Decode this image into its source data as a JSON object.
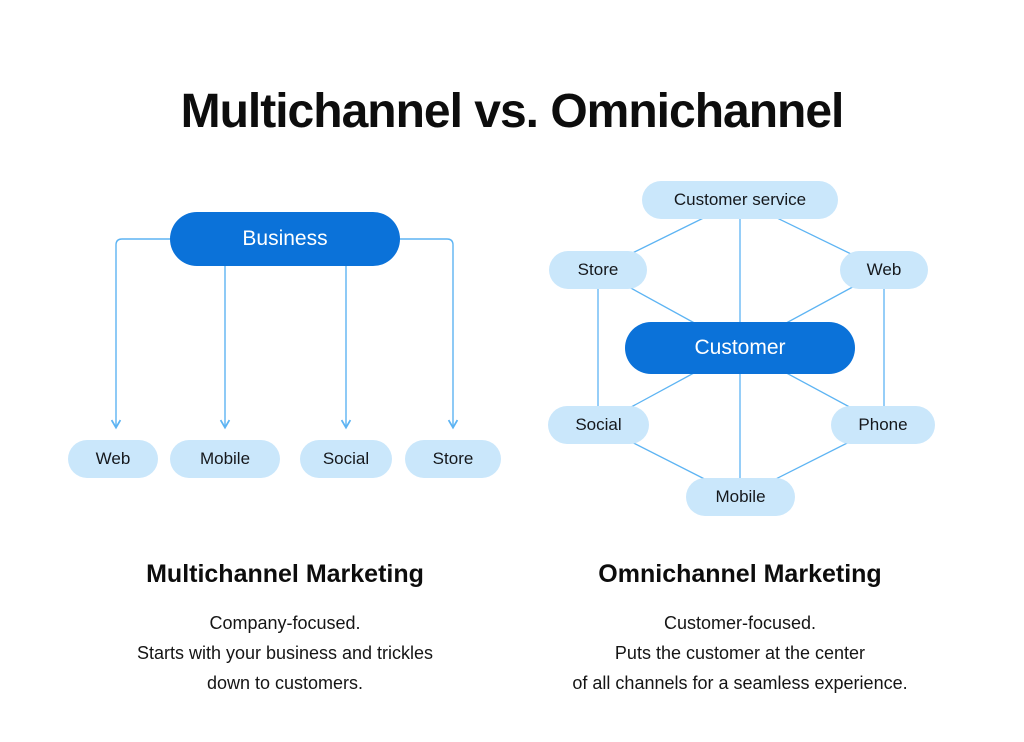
{
  "title": "Multichannel vs. Omnichannel",
  "colors": {
    "primary_blue": "#0b72d9",
    "light_blue": "#cae7fb",
    "line_blue": "#5db4f3",
    "text_dark": "#0d0d0d"
  },
  "multichannel": {
    "root_label": "Business",
    "channels": [
      "Web",
      "Mobile",
      "Social",
      "Store"
    ],
    "heading": "Multichannel Marketing",
    "description_lines": [
      "Company-focused.",
      "Starts with your business and trickles",
      "down to customers."
    ]
  },
  "omnichannel": {
    "center_label": "Customer",
    "nodes": [
      "Customer service",
      "Store",
      "Web",
      "Social",
      "Phone",
      "Mobile"
    ],
    "heading": "Omnichannel Marketing",
    "description_lines": [
      "Customer-focused.",
      "Puts the customer at the center",
      "of all channels for a seamless experience."
    ]
  }
}
